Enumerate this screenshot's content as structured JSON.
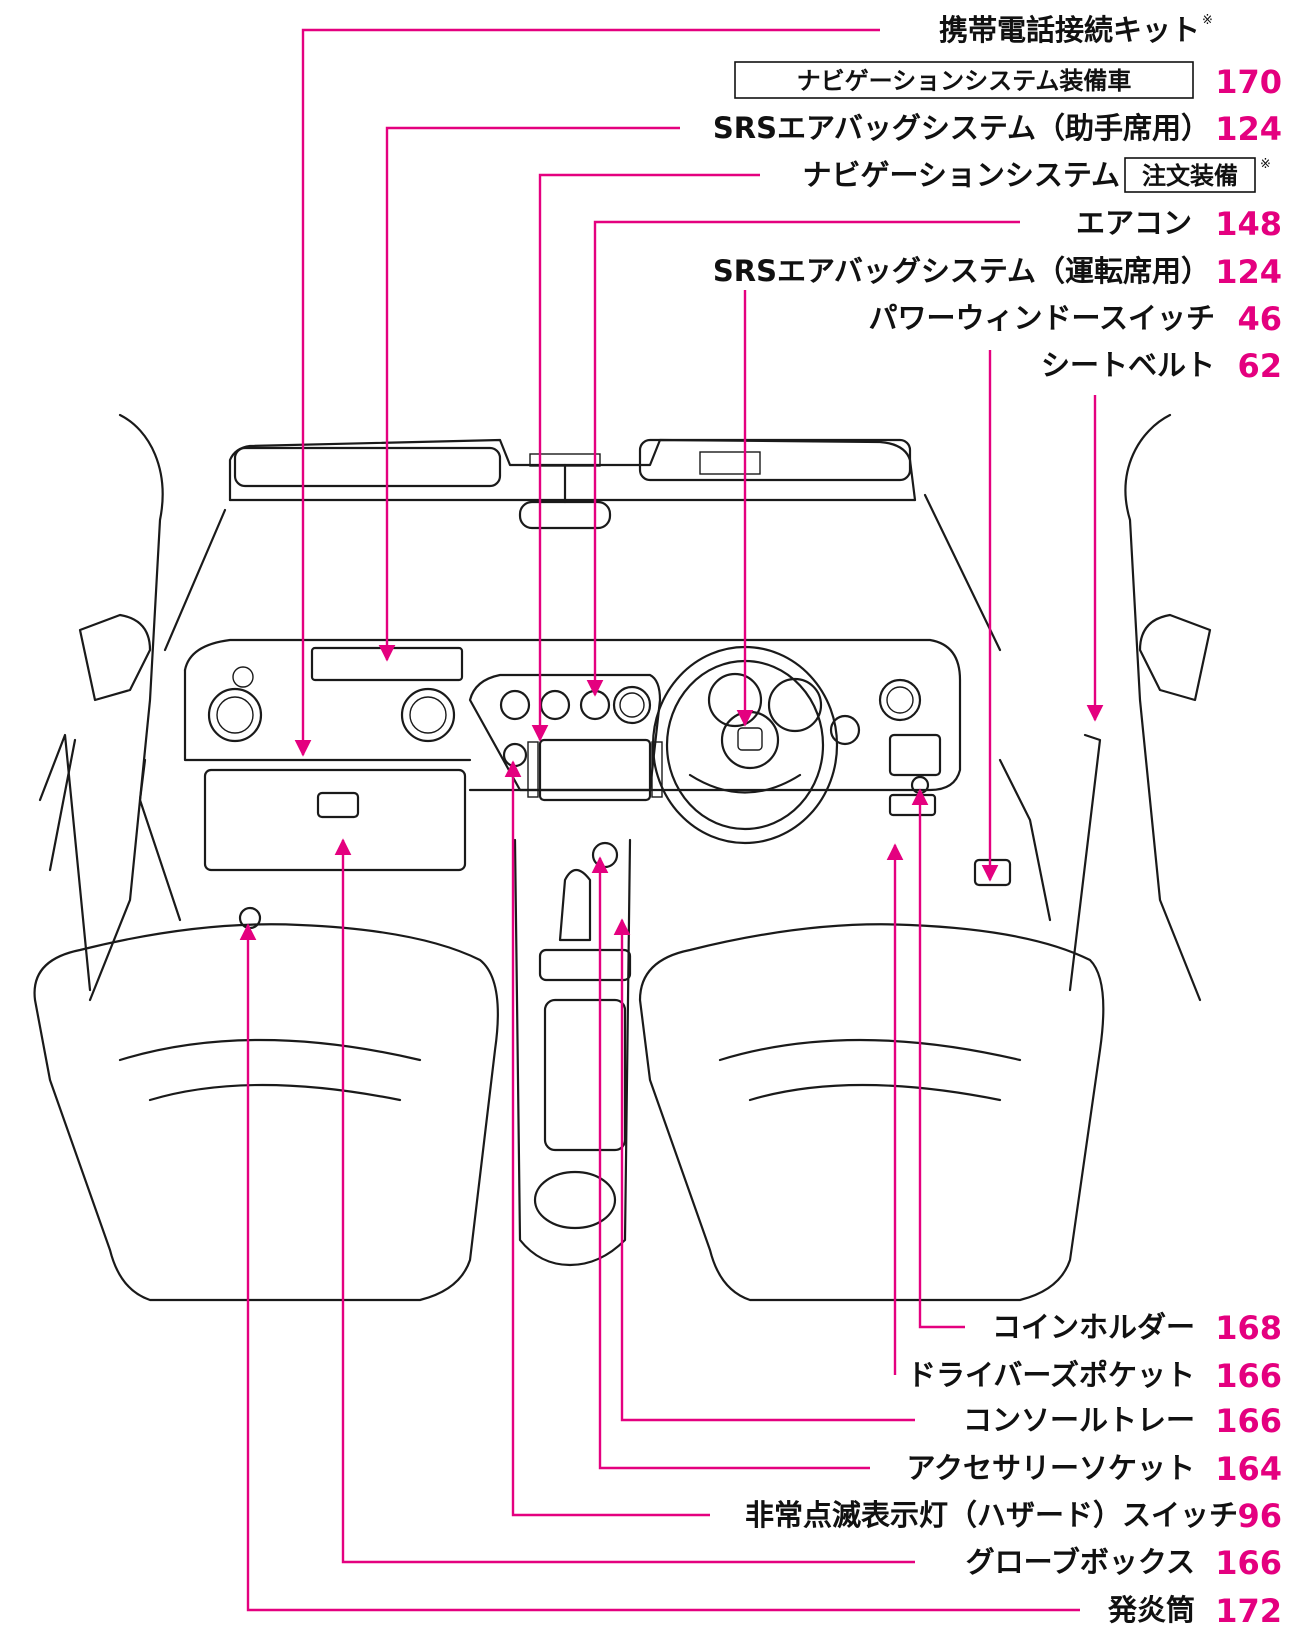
{
  "colors": {
    "accent": "#e4007f",
    "ink": "#111111"
  },
  "callouts_top": [
    {
      "label": "携帯電話接続キット",
      "mark": "※",
      "page": ""
    },
    {
      "label": "",
      "boxed": "ナビゲーションシステム装備車",
      "page": "170"
    },
    {
      "label": "SRSエアバッグシステム（助手席用）",
      "page": "124"
    },
    {
      "label": "ナビゲーションシステム",
      "boxed": "注文装備",
      "mark": "※",
      "page": ""
    },
    {
      "label": "エアコン",
      "page": "148"
    },
    {
      "label": "SRSエアバッグシステム（運転席用）",
      "page": "124"
    },
    {
      "label": "パワーウィンドースイッチ",
      "page": "46"
    },
    {
      "label": "シートベルト",
      "page": "62"
    }
  ],
  "callouts_bottom": [
    {
      "label": "コインホルダー",
      "page": "168"
    },
    {
      "label": "ドライバーズポケット",
      "page": "166"
    },
    {
      "label": "コンソールトレー",
      "page": "166"
    },
    {
      "label": "アクセサリーソケット",
      "page": "164"
    },
    {
      "label": "非常点滅表示灯（ハザード）スイッチ",
      "page": "96"
    },
    {
      "label": "グローブボックス",
      "page": "166"
    },
    {
      "label": "発炎筒",
      "page": "172"
    }
  ]
}
